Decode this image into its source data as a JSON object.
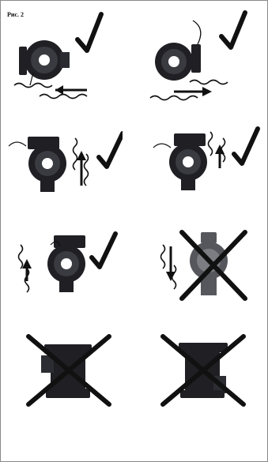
{
  "caption": "Рис. 2",
  "figures": [
    {
      "id": "f1",
      "verdict": "check",
      "orientation": "horizontal-flow-left"
    },
    {
      "id": "f2",
      "verdict": "check",
      "orientation": "horizontal-flow-right"
    },
    {
      "id": "f3",
      "verdict": "check",
      "orientation": "vertical-flow-up-motor-left"
    },
    {
      "id": "f4",
      "verdict": "check",
      "orientation": "vertical-flow-up-motor-right"
    },
    {
      "id": "f5",
      "verdict": "check",
      "orientation": "vertical-flow-up-motor-left-2"
    },
    {
      "id": "f6",
      "verdict": "cross",
      "orientation": "vertical-flow-down"
    },
    {
      "id": "f7",
      "verdict": "cross",
      "orientation": "motor-up"
    },
    {
      "id": "f8",
      "verdict": "cross",
      "orientation": "motor-down"
    }
  ],
  "colors": {
    "ink": "#111111",
    "pump": "#1f1f24",
    "pump_light": "#55575c",
    "frame": "#8a8a8a"
  }
}
